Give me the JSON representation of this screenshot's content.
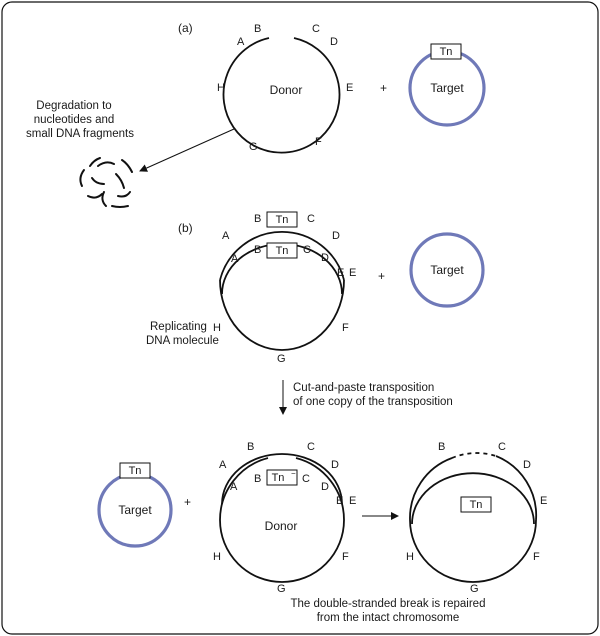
{
  "section_a": {
    "label": "(a)",
    "donor_label": "Donor",
    "loci": {
      "A": "A",
      "B": "B",
      "C": "C",
      "D": "D",
      "E": "E",
      "F": "F",
      "G": "G",
      "H": "H"
    },
    "plus": "+",
    "target_label": "Target",
    "tn_label": "Tn",
    "degradation_lines": [
      "Degradation to",
      "nucleotides and",
      "small DNA fragments"
    ]
  },
  "section_b": {
    "label": "(b)",
    "tn_label": "Tn",
    "loci": {
      "A": "A",
      "B": "B",
      "C": "C",
      "D": "D",
      "E": "E",
      "F": "F",
      "G": "G",
      "H": "H"
    },
    "plus": "+",
    "target_label": "Target",
    "replicating_lines": [
      "Replicating",
      "DNA molecule"
    ],
    "arrow_caption_lines": [
      "Cut-and-paste transposition",
      "of one copy of the transposition"
    ]
  },
  "section_c": {
    "target_tn_label": "Tn",
    "target_label": "Target",
    "plus": "+",
    "donor_tn_label": "Tn",
    "donor_tn_superscript": "−",
    "donor_label": "Donor",
    "loci": {
      "A": "A",
      "B": "B",
      "C": "C",
      "D": "D",
      "E": "E",
      "F": "F",
      "G": "G",
      "H": "H"
    },
    "repaired_tn_label": "Tn",
    "repair_caption_lines": [
      "The double-stranded break is repaired",
      "from the intact chromosome"
    ]
  },
  "colors": {
    "target_ring": "#6f79b8",
    "line": "#111111"
  }
}
